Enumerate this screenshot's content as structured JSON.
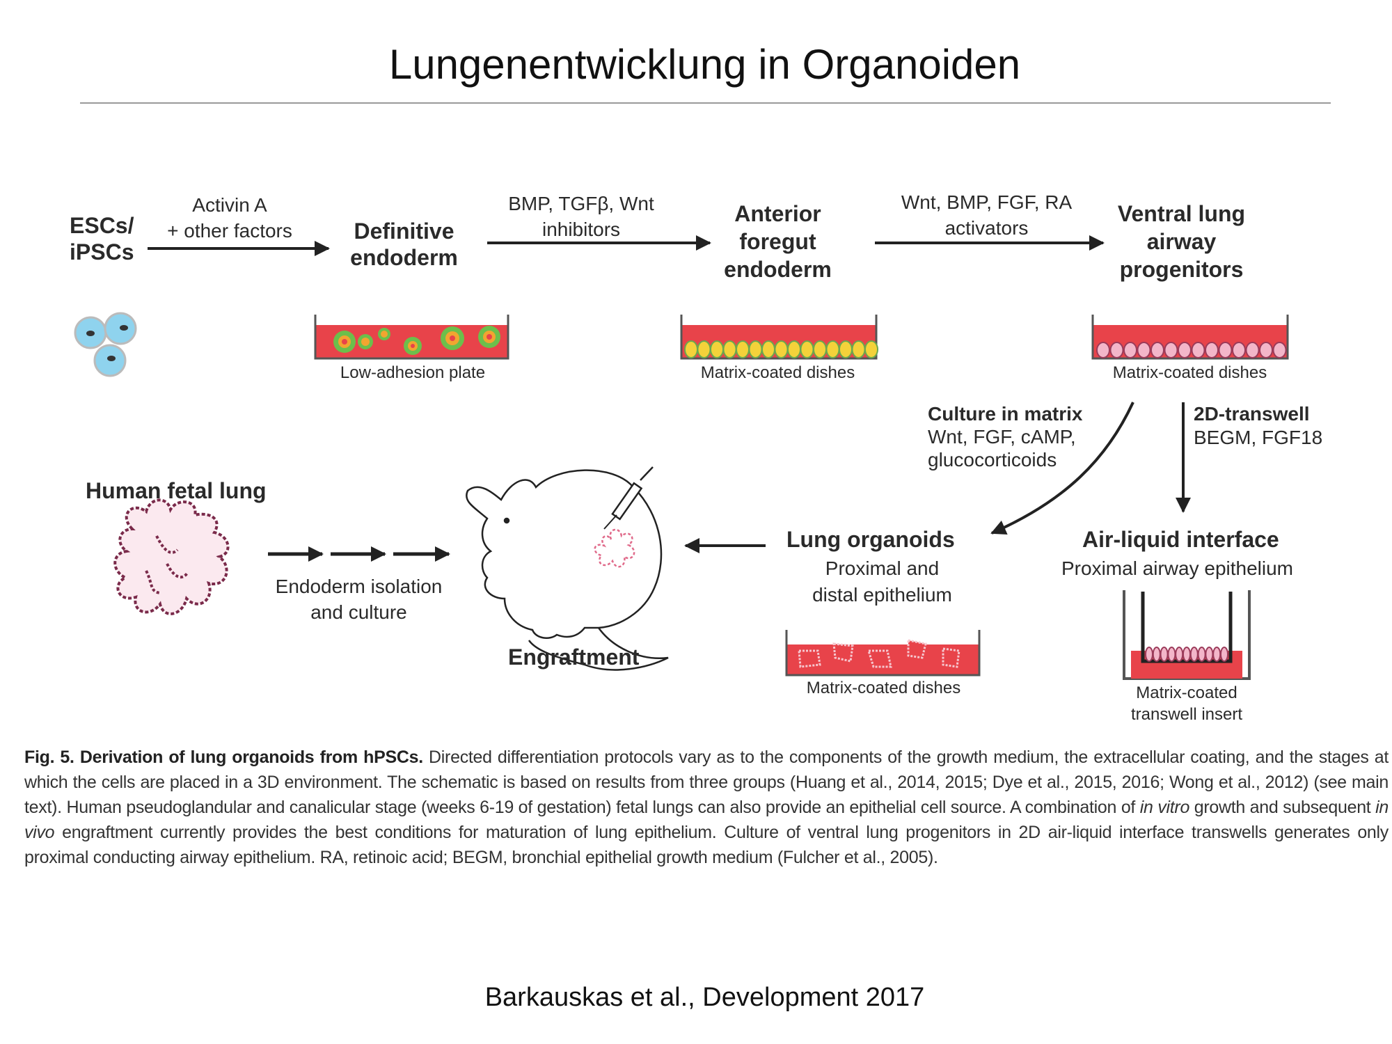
{
  "slide": {
    "title": "Lungenentwicklung in Organoiden",
    "citation": "Barkauskas et al., Development 2017"
  },
  "nodes": {
    "escs": [
      "ESCs/",
      "iPSCs"
    ],
    "definitive": [
      "Definitive",
      "endoderm"
    ],
    "anterior": [
      "Anterior",
      "foregut",
      "endoderm"
    ],
    "ventral": [
      "Ventral lung",
      "airway",
      "progenitors"
    ],
    "fetal": "Human fetal lung",
    "engraftment": "Engraftment",
    "organoids": {
      "title": "Lung organoids",
      "subtitle": [
        "Proximal and",
        "distal epithelium"
      ]
    },
    "ali": {
      "title": "Air-liquid interface",
      "subtitle": "Proximal airway epithelium"
    }
  },
  "arrows": {
    "a1": [
      "Activin A",
      "+ other factors"
    ],
    "a2": [
      "BMP, TGFβ, Wnt",
      "inhibitors"
    ],
    "a3": [
      "Wnt, BMP, FGF, RA",
      "activators"
    ],
    "culture_matrix": [
      "Culture in matrix",
      "Wnt, FGF, cAMP,",
      "glucocorticoids"
    ],
    "transwell": [
      "2D-transwell",
      "BEGM, FGF18"
    ],
    "endoderm_iso": [
      "Endoderm isolation",
      "and culture"
    ]
  },
  "dishes": {
    "low_adhesion": "Low-adhesion plate",
    "matrix1": "Matrix-coated dishes",
    "matrix2": "Matrix-coated dishes",
    "matrix3": "Matrix-coated dishes",
    "transwell_insert": [
      "Matrix-coated",
      "transwell insert"
    ]
  },
  "caption": {
    "bold": "Fig. 5. Derivation of lung organoids from hPSCs.",
    "part1": " Directed differentiation protocols vary as to the components of the growth medium, the extracellular coating, and the stages at which the cells are placed in a 3D environment. The schematic is based on results from three groups (Huang et al., 2014, 2015; Dye et al., 2015, 2016; Wong et al., 2012) (see main text). Human pseudoglandular and canalicular stage (weeks 6-19 of gestation) fetal lungs can also provide an epithelial cell source. A combination of ",
    "italic1": "in vitro",
    "part2": " growth and subsequent ",
    "italic2": "in vivo",
    "part3": " engraftment currently provides the best conditions for maturation of lung epithelium. Culture of ventral lung progenitors in 2D air-liquid interface transwells generates only proximal conducting airway epithelium. RA, retinoic acid; BEGM, bronchial epithelial growth medium (Fulcher et al., 2005)."
  },
  "colors": {
    "medium": "#e8434a",
    "cell_blue": "#8fd3ee",
    "organoid_green": "#6cbf4b",
    "organoid_orange": "#f2a530",
    "cell_yellow": "#f4d23a",
    "cell_pink": "#f3b6c9",
    "fetal_outline": "#7a2a4a"
  }
}
